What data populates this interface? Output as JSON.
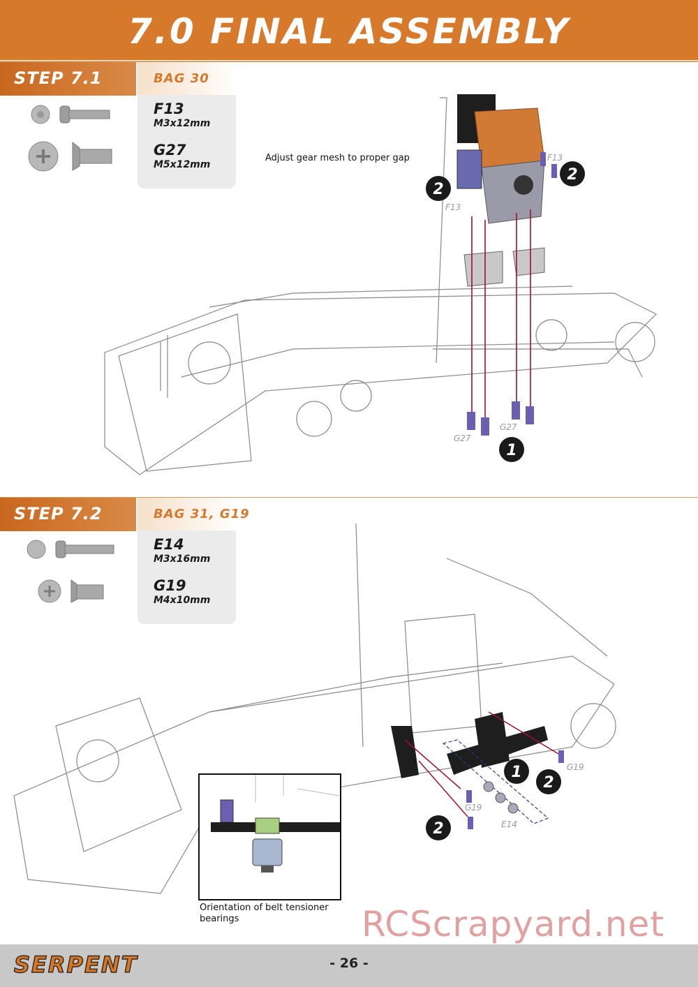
{
  "header": {
    "title": "7.0 FINAL ASSEMBLY",
    "accent_color": "#d7792a"
  },
  "step1": {
    "step_label": "STEP 7.1",
    "bag_label": "BAG 30",
    "parts": [
      {
        "code": "F13",
        "size": "M3x12mm",
        "icon": "button-head-screw-icon"
      },
      {
        "code": "G27",
        "size": "M5x12mm",
        "icon": "countersunk-screw-icon"
      }
    ],
    "note": "Adjust gear mesh to proper gap",
    "callouts": {
      "one": "1",
      "two": "2",
      "f13": "F13",
      "g27": "G27"
    }
  },
  "step2": {
    "step_label": "STEP 7.2",
    "bag_label": "BAG 31, G19",
    "parts": [
      {
        "code": "E14",
        "size": "M3x16mm",
        "icon": "button-head-screw-icon"
      },
      {
        "code": "G19",
        "size": "M4x10mm",
        "icon": "countersunk-screw-icon"
      }
    ],
    "inset_caption": "Orientation of belt tensioner bearings",
    "callouts": {
      "one": "1",
      "two": "2",
      "g19": "G19",
      "e14": "E14"
    }
  },
  "footer": {
    "brand": "SERPENT",
    "page_number": "- 26 -"
  },
  "watermark": "RCScrapyard.net"
}
